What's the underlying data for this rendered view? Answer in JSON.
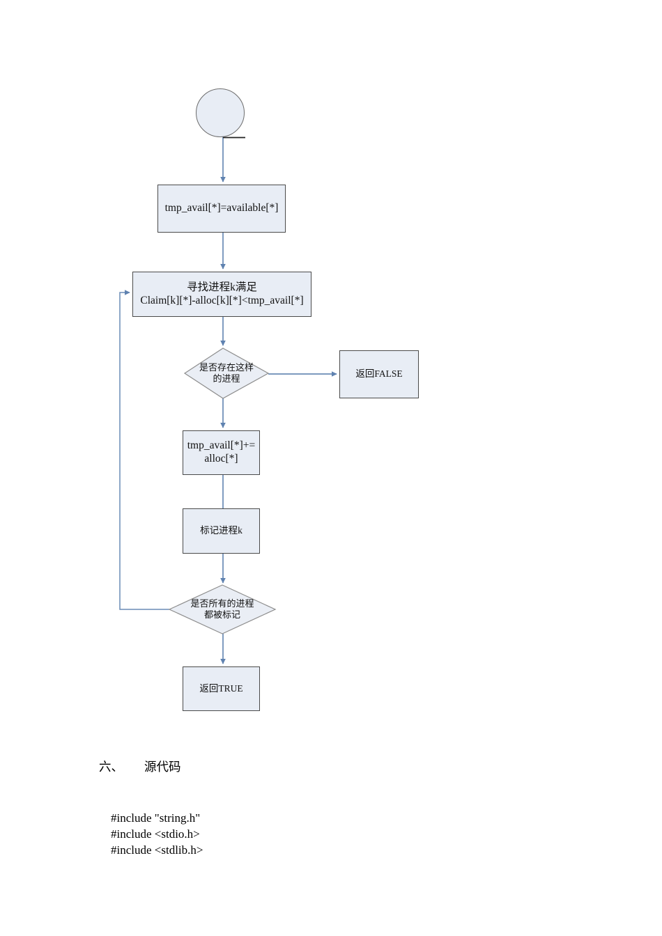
{
  "document": {
    "page_background": "#ffffff",
    "node_fill": "#e8edf5",
    "node_border": "#4a4a4a",
    "connector_color": "#6a8bb5",
    "tail_line_color": "#1a1a1a"
  },
  "flowchart": {
    "title": "",
    "nodes": {
      "start": {
        "type": "terminator-circle",
        "label": ""
      },
      "init": {
        "type": "process",
        "label": "tmp_avail[*]=available[*]"
      },
      "find_process": {
        "type": "process",
        "line1": "寻找进程k满足",
        "line2": "Claim[k][*]-alloc[k][*]<tmp_avail[*]"
      },
      "decision_exists": {
        "type": "decision",
        "line1": "是否存在这样",
        "line2": "的进程"
      },
      "return_false": {
        "type": "process",
        "label": "返回FALSE"
      },
      "accumulate": {
        "type": "process",
        "line1": "tmp_avail[*]+=",
        "line2": "alloc[*]"
      },
      "mark_process": {
        "type": "process",
        "label": "标记进程k"
      },
      "decision_all_marked": {
        "type": "decision",
        "line1": "是否所有的进程",
        "line2": "都被标记"
      },
      "return_true": {
        "type": "process",
        "label": "返回TRUE"
      }
    },
    "edges": [
      {
        "from": "start",
        "to": "init",
        "label": ""
      },
      {
        "from": "init",
        "to": "find_process",
        "label": ""
      },
      {
        "from": "find_process",
        "to": "decision_exists",
        "label": ""
      },
      {
        "from": "decision_exists",
        "to": "return_false",
        "label": ""
      },
      {
        "from": "decision_exists",
        "to": "accumulate",
        "label": ""
      },
      {
        "from": "accumulate",
        "to": "mark_process",
        "label": ""
      },
      {
        "from": "mark_process",
        "to": "decision_all_marked",
        "label": ""
      },
      {
        "from": "decision_all_marked",
        "to": "find_process",
        "label": ""
      },
      {
        "from": "decision_all_marked",
        "to": "return_true",
        "label": ""
      }
    ]
  },
  "body_text": {
    "section_number": "六、",
    "section_title": "源代码",
    "code_lines": [
      "#include \"string.h\"",
      "#include <stdio.h>",
      "#include <stdlib.h>"
    ]
  }
}
